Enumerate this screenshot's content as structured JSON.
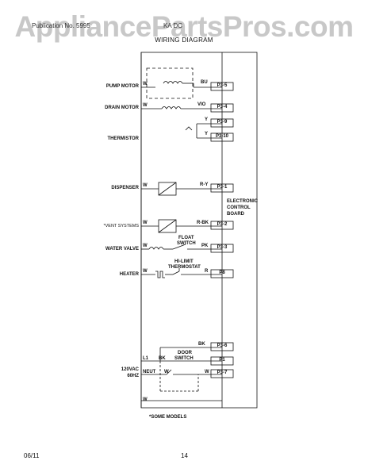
{
  "watermark": "AppliancePartsPros.com",
  "header": {
    "left": "Publication No. 5995",
    "right": "KA DC",
    "title": "WIRING DIAGRAM"
  },
  "components": {
    "pump_motor": "PUMP MOTOR",
    "drain_motor": "DRAIN MOTOR",
    "thermistor": "THERMISTOR",
    "dispenser": "DISPENSER",
    "vent_systems": "*VENT SYSTEMS",
    "water_valve": "WATER VALVE",
    "heater": "HEATER",
    "supply": [
      "120VAC",
      "60HZ"
    ],
    "float_switch": [
      "FLOAT",
      "SWITCH"
    ],
    "hi_limit": [
      "HI-LIMIT",
      "THERMOSTAT"
    ],
    "door_switch": [
      "DOOR",
      "SWITCH"
    ]
  },
  "board_label": [
    "ELECTRONIC",
    "CONTROL",
    "BOARD"
  ],
  "terminals": {
    "p3_5": "P3-5",
    "p3_4": "P3-4",
    "p3_9": "P3-9",
    "p3_10": "P3-10",
    "p3_1": "P3-1",
    "p3_2": "P3-2",
    "p3_3": "P3-3",
    "p8": "P8",
    "p3_6": "P3-6",
    "p1": "P1",
    "p3_7": "P3-7"
  },
  "wire_codes": {
    "w": "W",
    "bu": "BU",
    "vio": "VIO",
    "y": "Y",
    "ry": "R-Y",
    "rbk": "R-BK",
    "pk": "PK",
    "r": "R",
    "bk": "BK",
    "l1": "L1",
    "neut": "NEUT"
  },
  "footnote": "*SOME MODELS",
  "footer": {
    "date": "06/11",
    "page": "14"
  }
}
